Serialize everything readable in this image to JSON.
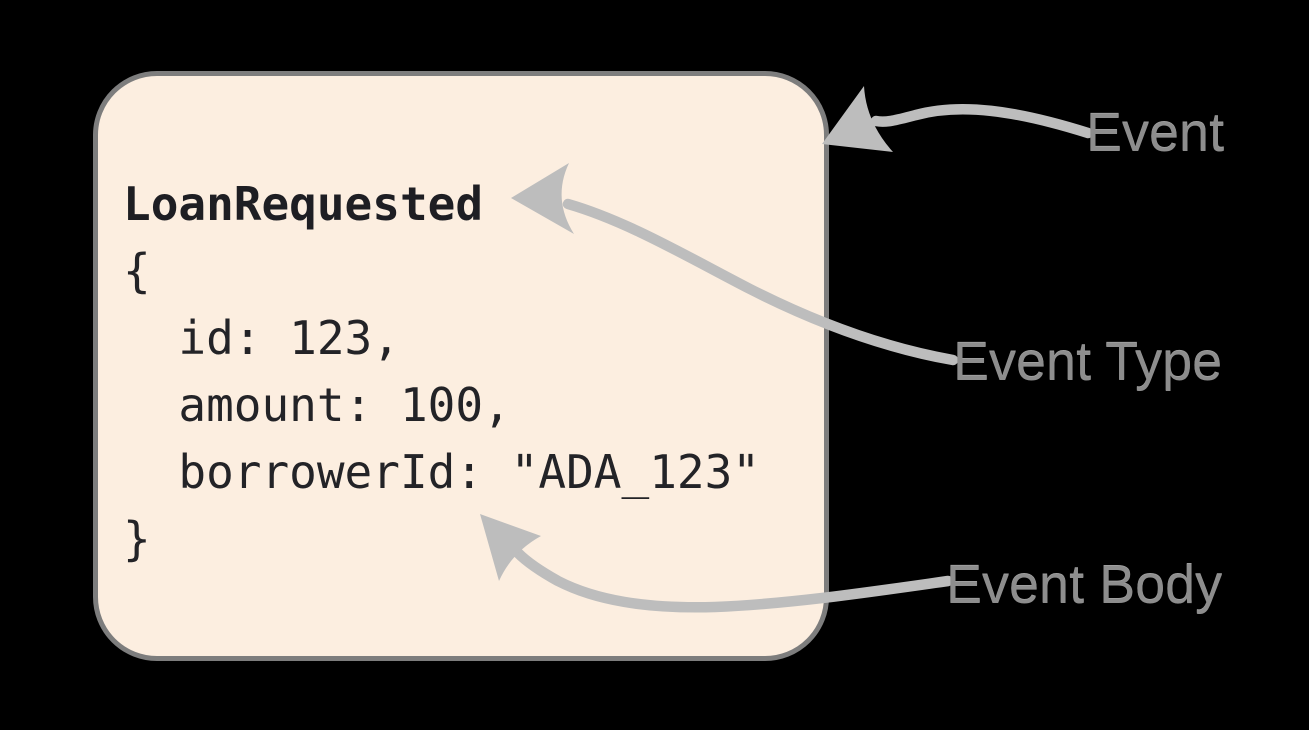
{
  "diagram": {
    "event_card": {
      "type_name": "LoanRequested",
      "body_lines": [
        "{",
        "  id: 123,",
        "  amount: 100,",
        "  borrowerId: \"ADA_123\"",
        "}"
      ]
    },
    "labels": {
      "event": "Event",
      "event_type": "Event Type",
      "event_body": "Event Body"
    },
    "colors": {
      "background": "#000000",
      "card_fill": "#FCEEE0",
      "card_border": "#7D7D7D",
      "code_text": "#232327",
      "arrow": "#BDBDBD",
      "label_text": "#8D8D8D"
    }
  }
}
